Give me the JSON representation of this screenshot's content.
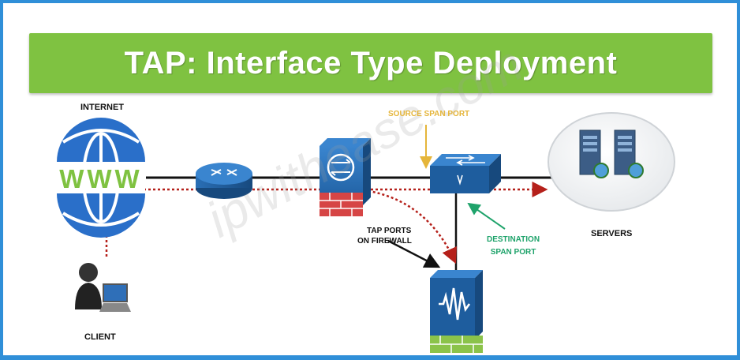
{
  "title": "TAP: Interface Type Deployment",
  "labels": {
    "internet": "INTERNET",
    "client": "CLIENT",
    "source_span_port": "SOURCE SPAN PORT",
    "tap_ports_line1": "TAP PORTS",
    "tap_ports_line2": "ON FIREWALL",
    "destination_line1": "DESTINATION",
    "destination_line2": "SPAN PORT",
    "servers": "SERVERS",
    "www": "WWW"
  },
  "watermark": "ipwithease.com",
  "colors": {
    "frame_border": "#2f8fd8",
    "banner": "#7fc241",
    "globe": "#2a6fc9",
    "www_text": "#7fc241",
    "dotted_path": "#b5201a",
    "source_label": "#e5b53a",
    "destination_label": "#1fa36b",
    "device_blue": "#1e5d9e",
    "brick_red": "#d64545",
    "brick_green": "#8bc34a"
  },
  "icons": [
    "globe-icon",
    "client-icon",
    "router-icon",
    "firewall-icon",
    "switch-icon",
    "servers-icon",
    "palo-alto-firewall-icon"
  ]
}
